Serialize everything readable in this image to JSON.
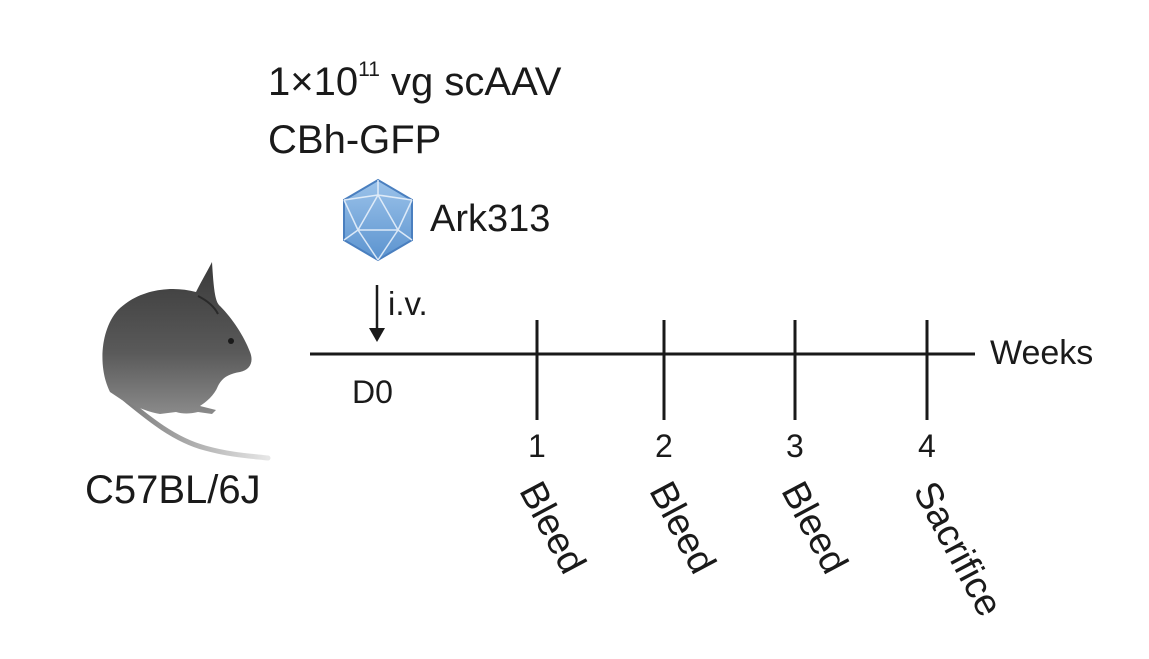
{
  "dose": {
    "line1_prefix": "1×10",
    "line1_exponent": "11",
    "line1_suffix": " vg scAAV",
    "line2": "CBh-GFP"
  },
  "capsid": {
    "label": "Ark313",
    "icon": "icosahedron-virus-icon",
    "color": "#6fa3d8"
  },
  "injection": {
    "route": "i.v.",
    "start_label": "D0"
  },
  "mouse": {
    "strain": "C57BL/6J",
    "icon": "mouse-silhouette-icon"
  },
  "timeline": {
    "axis_label": "Weeks",
    "ticks": [
      {
        "week": "1",
        "event": "Bleed"
      },
      {
        "week": "2",
        "event": "Bleed"
      },
      {
        "week": "3",
        "event": "Bleed"
      },
      {
        "week": "4",
        "event": "Sacrifice"
      }
    ]
  }
}
